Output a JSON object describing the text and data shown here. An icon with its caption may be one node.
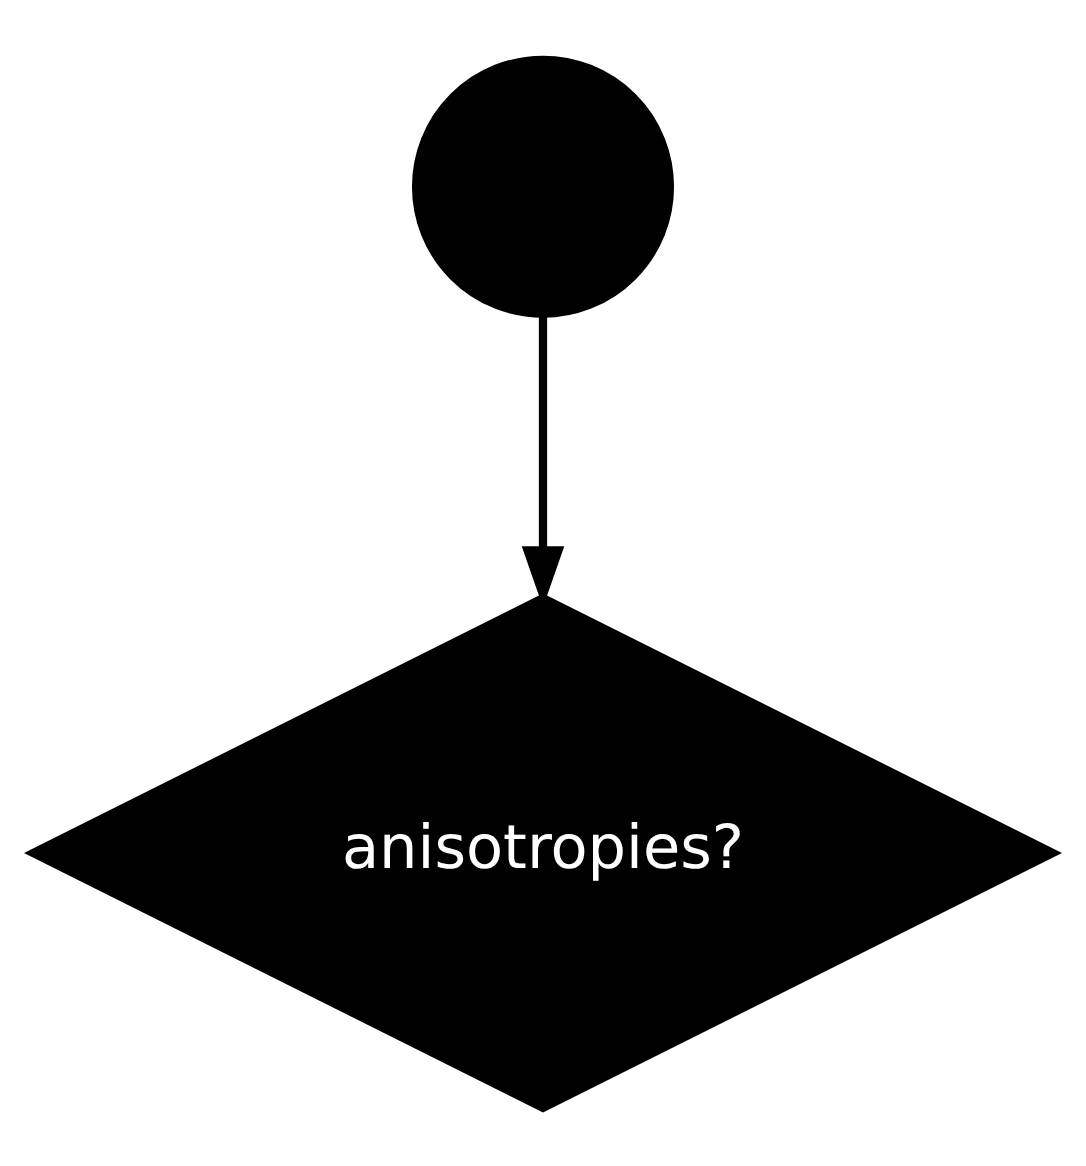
{
  "diagram": {
    "nodes": [
      {
        "text": [],
        "shape": "circle"
      },
      {
        "text": [
          "anisotropies?"
        ]
      }
    ],
    "edges": [
      {
        "from": 0,
        "to": 1,
        "arrow": "to"
      }
    ]
  }
}
